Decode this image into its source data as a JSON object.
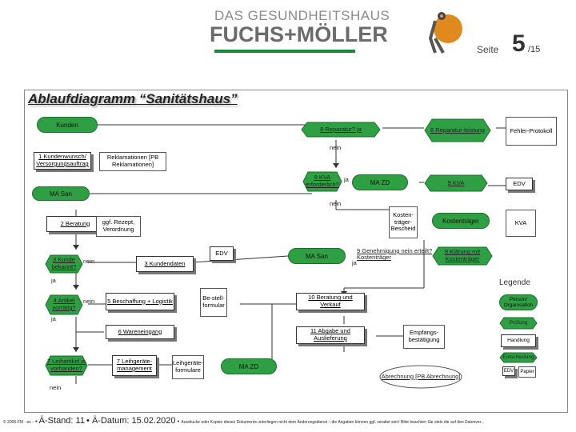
{
  "header": {
    "logo_top": "DAS GESUNDHEITSHAUS",
    "logo_main": "FUCHS+MÖLLER",
    "page_label": "Seite",
    "page_number": "5",
    "page_total": "/15"
  },
  "title": "Ablaufdiagramm “Sanitätshaus”",
  "nodes": {
    "kunden": "Kunden",
    "reparatur_q": "8 Reparatur? ja",
    "reparatur_leistung": "8 Reparatur-leistung",
    "fehler_protokoll": "Fehler-Protokoll",
    "nein1": "nein",
    "kundenwunsch": "1 Kundenwunsch/ Versorgungsauftrag",
    "reklamationen": "Reklamationen [PB Reklamationen]",
    "kva_q": "9 KVA erforderlich?",
    "ja_kva": "ja",
    "ma_zd_1": "MA ZD",
    "kva_9": "9 KVA",
    "edv_1": "EDV",
    "ma_san_1": "MA San",
    "nein2": "nein",
    "beratung": "2 Beratung",
    "ggf_rezept": "ggf. Rezept, Verordnung",
    "kostentraeger_bescheid": "Kosten-träger-Bescheid",
    "kostentraeger": "Kostenträger",
    "kva_doc": "KVA",
    "edv_2": "EDV",
    "ma_san_2": "MA San",
    "genehmigung": "9 Genehmigung nein erteilt? Kostenträger",
    "ja_gen": "ja",
    "klaerung": "9 Klärung mit Kostenträger",
    "kunde_bekannt": "3 Kunde bekannt?",
    "nein3": "nein",
    "kundendaten": "3 Kundendaten",
    "ja3": "ja",
    "artikel_vorraetig": "4 Artikel vorrätig?",
    "nein4": "nein",
    "beschaffung": "5 Beschaffung + Logistik",
    "bestellformular": "Be-stell-formular",
    "beratung_verkauf": "10 Beratung und Verkauf",
    "ja4": "ja",
    "wareneingang": "6 Wareneingang",
    "abgabe": "11 Abgabe und Auslieferung",
    "empfangs": "Empfangs-bestätigung",
    "leihartikel_q": "7 Leihartikel ja vorhanden?",
    "leihgeraete_mgmt": "7 Leihgeräte-management",
    "leihgeraete_formular": "Leihgeräte-formulare",
    "ma_zd_2": "MA ZD",
    "abrechnung": "Abrechnung [PB Abrechnung]",
    "nein5": "nein"
  },
  "legend": {
    "title": "Legende",
    "person": "Person/ Organisation",
    "pruefung": "Prüfung",
    "handlung": "Handlung",
    "entscheidung": "Entscheidung",
    "edv": "EDV",
    "papier": "Papier"
  },
  "footer": {
    "copyright": "© 2006-FM - es -",
    "stand": "Ä-Stand: 11",
    "datum": "Ä-Datum: 15.02.2020",
    "note": "Ausdrucke oder Kopien dieses Dokuments unterliegen nicht dem Änderungsdienst – die Angaben können ggf. veraltet sein! Bitte beachten Sie stets die auf den Datenver..."
  },
  "colors": {
    "green": "#2ea043",
    "logo_green": "#1d8a3a"
  }
}
